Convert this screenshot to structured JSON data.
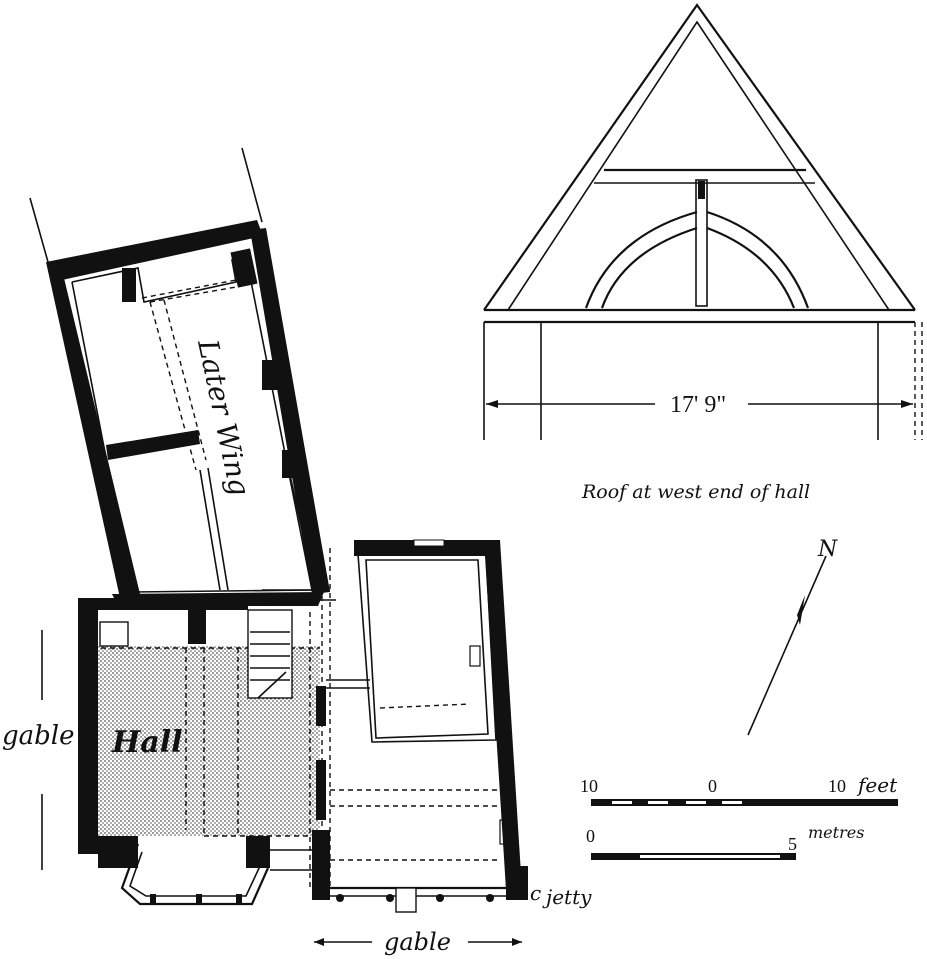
{
  "labels": {
    "later_wing": "Later Wing",
    "hall": "Hall",
    "gable_west": "gable",
    "gable_south": "gable",
    "jetty": "jetty",
    "roof_caption": "Roof at west end of hall",
    "span_dimension": "17' 9\"",
    "north": "N"
  },
  "scale_feet": {
    "left": "10",
    "middle": "0",
    "right": "10",
    "unit": "feet"
  },
  "scale_metres": {
    "left": "0",
    "right": "5",
    "unit": "metres"
  },
  "colors": {
    "ink": "#111111",
    "hall_shading": "#bdbdbd",
    "paper": "#ffffff"
  }
}
